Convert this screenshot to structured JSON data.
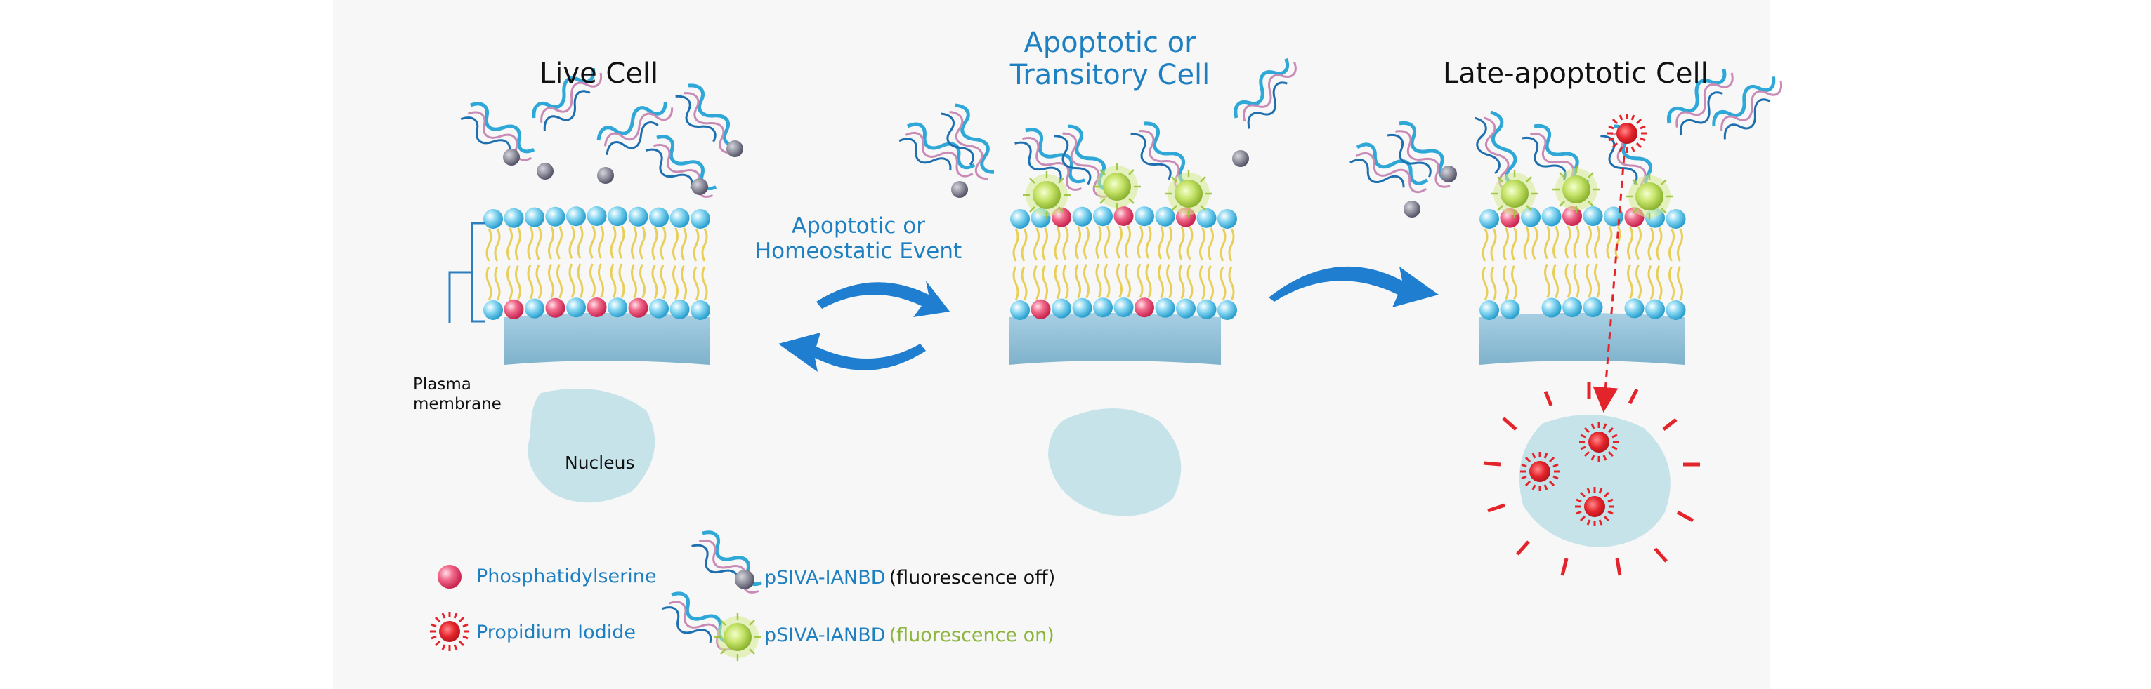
{
  "titles": {
    "live": "Live Cell",
    "apoptotic_line1": "Apoptotic or",
    "apoptotic_line2": "Transitory Cell",
    "late": "Late-apoptotic Cell"
  },
  "labels": {
    "event_line1": "Apoptotic or",
    "event_line2": "Homeostatic Event",
    "membrane_line1": "Plasma",
    "membrane_line2": "membrane",
    "nucleus": "Nucleus"
  },
  "legend": {
    "phosphatidylserine": "Phosphatidylserine",
    "propidium_iodide": "Propidium Iodide",
    "probe_name_off": "pSIVA-IANBD",
    "probe_state_off": "(fluorescence off)",
    "probe_name_on": "pSIVA-IANBD",
    "probe_state_on": "(fluorescence on)"
  },
  "colors": {
    "blue_text": "#1e7fc1",
    "green_text": "#8bb43a",
    "head_bead": "#5bc3e6",
    "phosphatidylserine": "#e5466c",
    "propidium_iodide": "#e3242b",
    "membrane_base": "#8dbdd6",
    "nucleus": "#c6e3ea",
    "lipid_tail": "#e8cf5a",
    "probe_off": "#8a8a98",
    "probe_on": "#a9cf3f",
    "arrow": "#1f7ed0"
  },
  "icons": {
    "phosphatidylserine": "pink-sphere-icon",
    "propidium_iodide": "red-starburst-icon",
    "probe_off": "helix-grey-bead-icon",
    "probe_on": "helix-green-glow-icon"
  }
}
